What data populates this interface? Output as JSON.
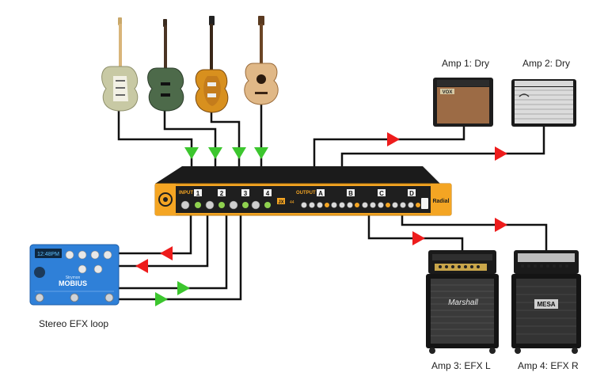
{
  "labels": {
    "amp1": "Amp 1: Dry",
    "amp2": "Amp 2: Dry",
    "amp3": "Amp 3: EFX L",
    "amp4": "Amp 4: EFX R",
    "efx": "Stereo EFX loop"
  },
  "device": {
    "input_label": "INPUT",
    "output_label": "OUTPUT",
    "inputs": [
      "1",
      "2",
      "3",
      "4"
    ],
    "outputs": [
      "A",
      "B",
      "C",
      "D"
    ],
    "model": "JX",
    "model_num": "44",
    "brand": "Radial"
  },
  "pedal": {
    "display": "12:48PM",
    "brand": "Strymon",
    "name": "MOBIUS"
  },
  "amp_brands": {
    "amp1": "VOX",
    "amp3": "Marshall",
    "amp4": "MESA"
  },
  "colors": {
    "wire": "#111111",
    "arrow_in": "#3cc62e",
    "arrow_out": "#ee1c1c",
    "device_accent": "#f4a523",
    "pedal_blue": "#2f80d8"
  }
}
